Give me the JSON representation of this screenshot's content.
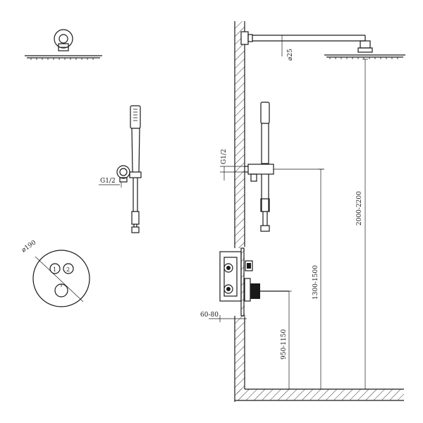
{
  "annotations": {
    "arm_diameter": "⌀25",
    "hand_thread": "G1/2",
    "wall_thread": "G1/2",
    "plate_diameter": "⌀190",
    "recess_depth": "60-80",
    "head_height": "2000-2200",
    "bracket_height": "1300-1500",
    "valve_height": "950-1150"
  }
}
